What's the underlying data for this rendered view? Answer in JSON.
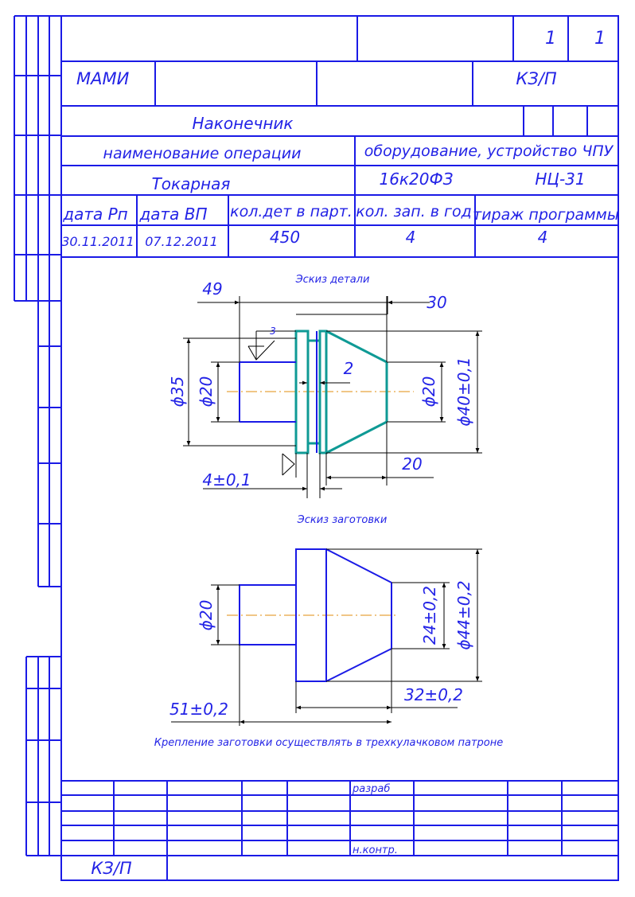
{
  "sheet": {
    "sheet_no": "1",
    "sheets_total": "1",
    "org": "МАМИ",
    "code": "КЗ/П",
    "part_name": "Наконечник",
    "hdr_operation": "наименование операции",
    "hdr_equipment": "оборудование, устройство ЧПУ",
    "operation": "Токарная",
    "machine": "16к20ФЗ",
    "cnc": "НЦ-31",
    "hdr_date_rp": "дата Рп",
    "hdr_date_vp": "дата ВП",
    "hdr_qty_batch": "кол.дет в парт.",
    "hdr_launches": "кол. зап. в год",
    "hdr_print_run": "тираж программы",
    "date_rp": "30.11.2011",
    "date_vp": "07.12.2011",
    "qty_batch": "450",
    "launches": "4",
    "print_run": "4"
  },
  "sketch_part": {
    "title": "Эскиз детали",
    "dim_49": "49",
    "dim_30": "30",
    "dim_d35": "ϕ35",
    "dim_d20_left": "ϕ20",
    "dim_2": "2",
    "dim_d20_right": "ϕ20",
    "dim_d40": "ϕ40±0,1",
    "dim_20": "20",
    "dim_4": "4±0,1",
    "roughness": "3"
  },
  "sketch_blank": {
    "title": "Эскиз заготовки",
    "dim_d20": "ϕ20",
    "dim_24": "24±0,2",
    "dim_d44": "ϕ44±0,2",
    "dim_32": "32±0,2",
    "dim_51": "51±0,2"
  },
  "note": "Крепление заготовки осуществлять в трехкулачковом патроне",
  "footer": {
    "developed": "разраб",
    "norm_control": "н.контр.",
    "code": "КЗ/П"
  }
}
